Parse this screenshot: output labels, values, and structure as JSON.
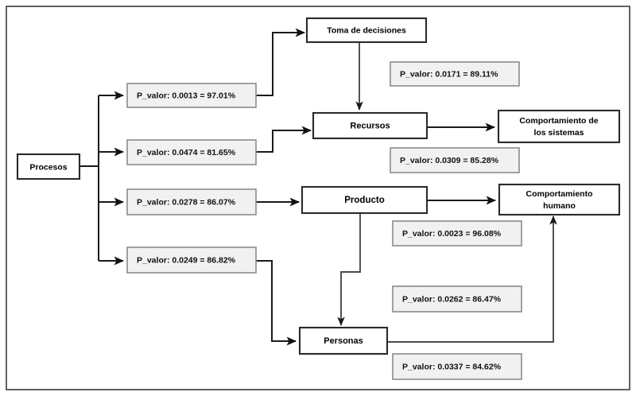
{
  "diagram": {
    "title_text": "",
    "colors": {
      "node_fill": "#ffffff",
      "node_stroke": "#2b2b2b",
      "pvalue_fill": "#f1f1f1",
      "pvalue_stroke": "#8c8c8c",
      "connector": "#1a1a1a",
      "frame": "#3b3b3b",
      "text": "#000000"
    },
    "source_node": {
      "id": "procesos",
      "label": "Procesos"
    },
    "pvalue_boxes": [
      {
        "id": "pv-1",
        "label": "P_valor: 0.0013 = 97.01%",
        "p_value": "0.0013",
        "percent": "97.01%"
      },
      {
        "id": "pv-2",
        "label": "P_valor: 0.0474 = 81.65%",
        "p_value": "0.0474",
        "percent": "81.65%"
      },
      {
        "id": "pv-3",
        "label": "P_valor: 0.0278 = 86.07%",
        "p_value": "0.0278",
        "percent": "86.07%"
      },
      {
        "id": "pv-4",
        "label": "P_valor: 0.0249 = 86.82%",
        "p_value": "0.0249",
        "percent": "86.82%"
      },
      {
        "id": "pv-5",
        "label": "P_valor: 0.0171 = 89.11%",
        "p_value": "0.0171",
        "percent": "89.11%"
      },
      {
        "id": "pv-6",
        "label": "P_valor: 0.0309 = 85.28%",
        "p_value": "0.0309",
        "percent": "85.28%"
      },
      {
        "id": "pv-7",
        "label": "P_valor: 0.0023 = 96.08%",
        "p_value": "0.0023",
        "percent": "96.08%"
      },
      {
        "id": "pv-8",
        "label": "P_valor: 0.0262 = 86.47%",
        "p_value": "0.0262",
        "percent": "86.47%"
      },
      {
        "id": "pv-9",
        "label": "P_valor: 0.0337 = 84.62%",
        "p_value": "0.0337",
        "percent": "84.62%"
      }
    ],
    "nodes": [
      {
        "id": "toma",
        "label": "Toma de decisiones"
      },
      {
        "id": "recursos",
        "label": "Recursos"
      },
      {
        "id": "producto",
        "label": "Producto"
      },
      {
        "id": "personas",
        "label": "Personas"
      },
      {
        "id": "comp-sistemas",
        "label_line1": "Comportamiento de",
        "label_line2": "los sistemas"
      },
      {
        "id": "comp-humano",
        "label_line1": "Comportamiento",
        "label_line2": "humano"
      }
    ]
  }
}
